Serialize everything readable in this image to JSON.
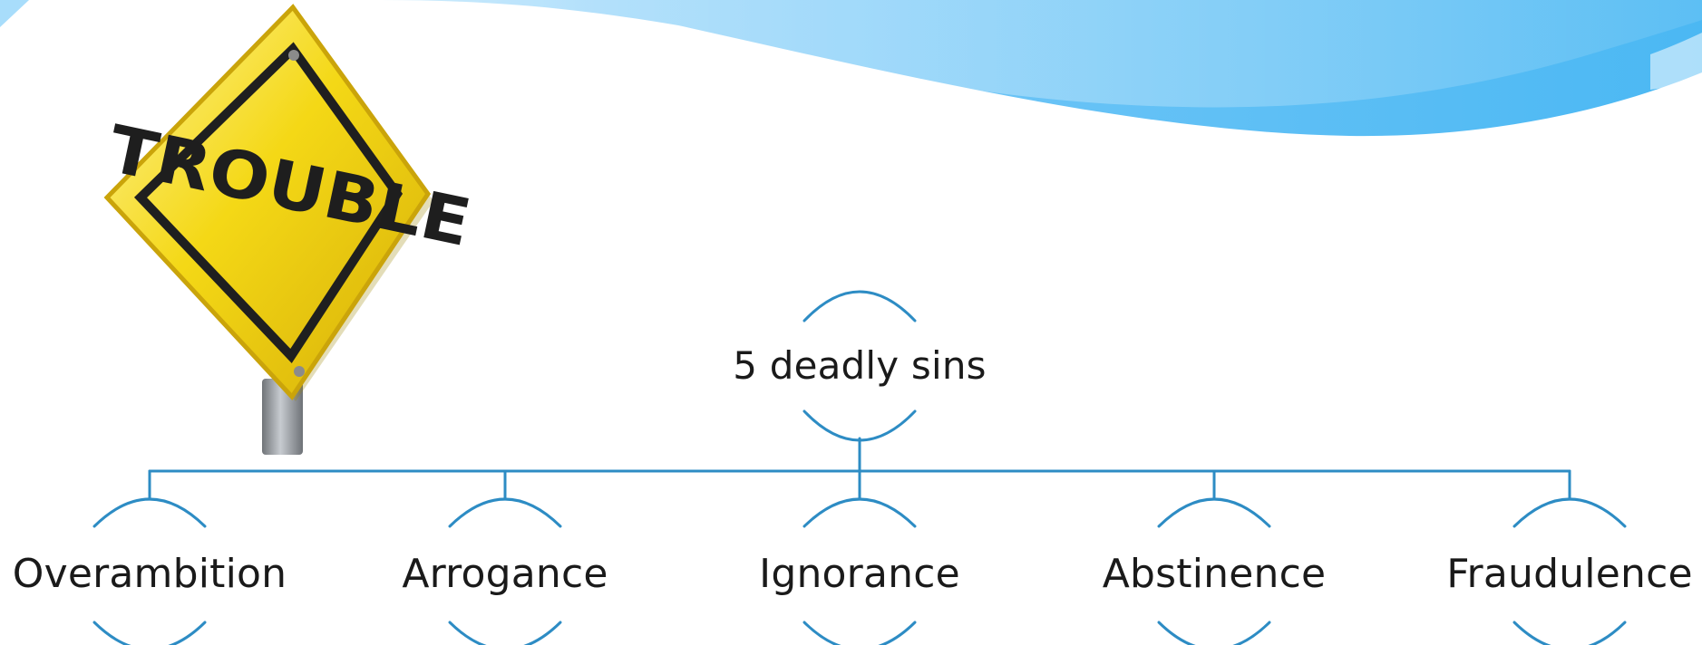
{
  "diagram": {
    "type": "hierarchy",
    "root": {
      "label": "5 deadly sins"
    },
    "children": [
      {
        "label": "Overambition"
      },
      {
        "label": "Arrogance"
      },
      {
        "label": "Ignorance"
      },
      {
        "label": "Abstinence"
      },
      {
        "label": "Fraudulence"
      }
    ],
    "connector_color": "#2d8cc4"
  },
  "sign": {
    "text": "TROUBLE",
    "icon": "warning-sign-icon",
    "colors": {
      "face": "#f4d816",
      "border": "#1f1f1f",
      "post": "#9ea3a8"
    }
  },
  "decor": {
    "wave_colors": [
      "#4bb8f3",
      "#8fd4fb",
      "#c9ecff"
    ]
  }
}
